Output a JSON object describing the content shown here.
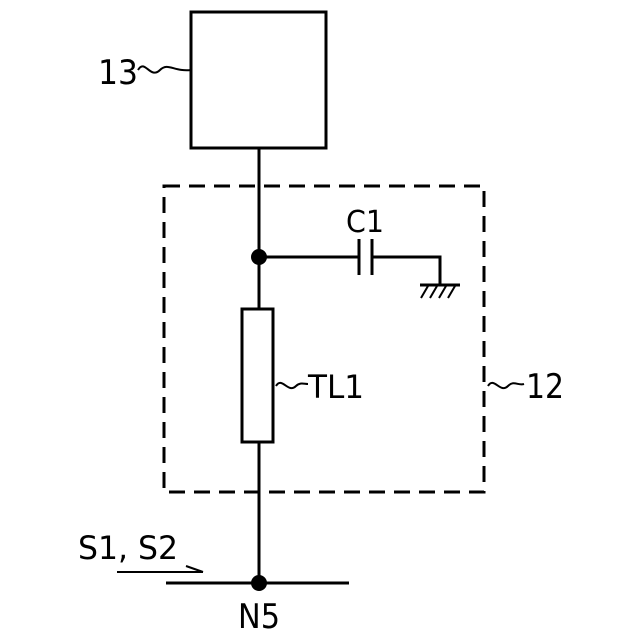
{
  "labels": {
    "block13": "13",
    "capacitor": "C1",
    "transmission_line": "TL1",
    "block12": "12",
    "signal": "S1, S2",
    "node": "N5"
  },
  "colors": {
    "line": "#000000",
    "background": "#ffffff"
  }
}
